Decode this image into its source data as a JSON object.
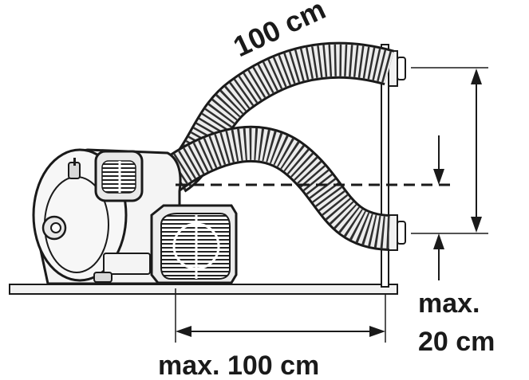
{
  "labels": {
    "hose_length": "100 cm",
    "max_distance": "max. 100 cm",
    "max_height_line1": "max.",
    "max_height_line2": "20 cm"
  },
  "colors": {
    "line": "#1a1a1a",
    "fill_light": "#f2f2f2",
    "fill_grey": "#9a9a9a",
    "background": "#ffffff"
  },
  "icons": {
    "unit": "climate-unit-icon",
    "hose": "corrugated-hose-icon",
    "wall": "wall-panel-icon"
  }
}
